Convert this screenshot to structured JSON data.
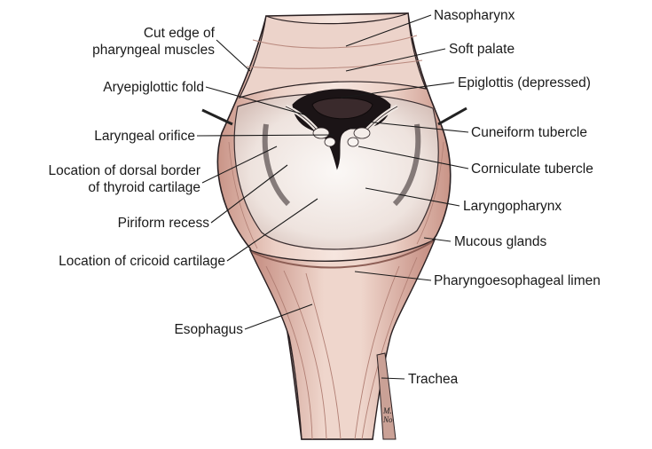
{
  "labels": {
    "cut_edge_1": "Cut edge of",
    "cut_edge_2": "pharyngeal muscles",
    "aryepiglottic_fold": "Aryepiglottic fold",
    "laryngeal_orifice": "Laryngeal orifice",
    "dorsal_border_1": "Location of dorsal border",
    "dorsal_border_2": "of thyroid cartilage",
    "piriform_recess": "Piriform recess",
    "cricoid": "Location of cricoid cartilage",
    "esophagus": "Esophagus",
    "nasopharynx": "Nasopharynx",
    "soft_palate": "Soft palate",
    "epiglottis": "Epiglottis (depressed)",
    "cuneiform": "Cuneiform tubercle",
    "corniculate": "Corniculate tubercle",
    "laryngopharynx": "Laryngopharynx",
    "mucous_glands": "Mucous glands",
    "limen": "Pharyngoesophageal limen",
    "trachea": "Trachea"
  },
  "signature": {
    "line1": "M.",
    "line2": "No"
  },
  "colors": {
    "muscle": "#e9c7bd",
    "muscle_dark": "#c98f84",
    "mucosa": "#f3ece7",
    "cavity": "#1b1416",
    "outline": "#2a2022"
  }
}
